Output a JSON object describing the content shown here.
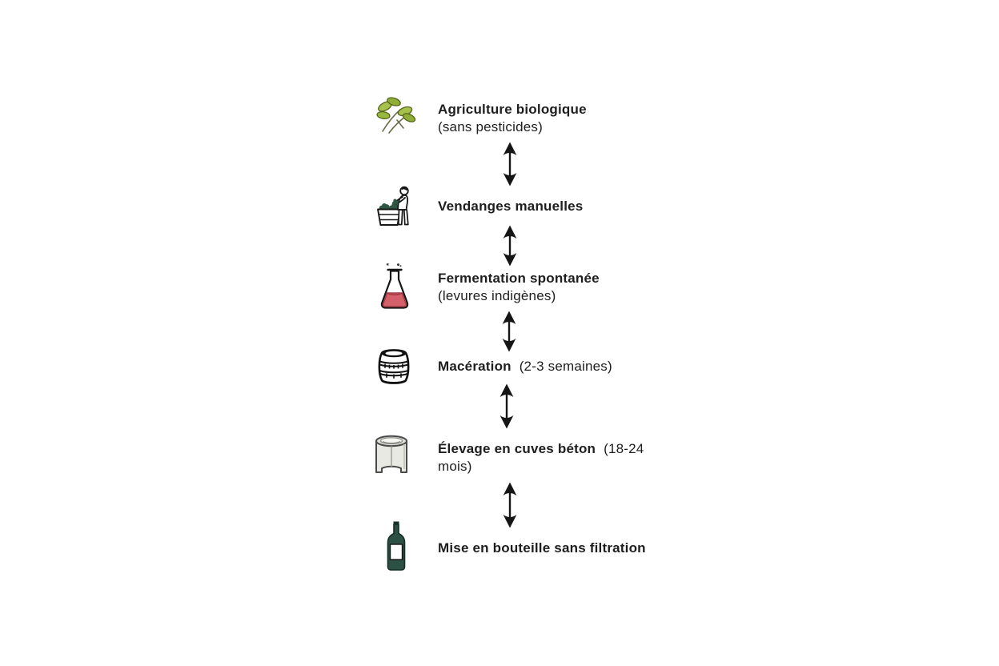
{
  "diagram": {
    "description": "vertical-process-flow",
    "steps": [
      {
        "icon": "seedling-icon",
        "title": "Agriculture biologique",
        "subtitle": "(sans pesticides)"
      },
      {
        "icon": "grape-harvest-icon",
        "title": "Vendanges manuelles",
        "subtitle": ""
      },
      {
        "icon": "fermentation-flask-icon",
        "title": "Fermentation spontanée",
        "subtitle": "(levures indigènes)"
      },
      {
        "icon": "barrel-icon",
        "title": "Macération",
        "subtitle": "(2-3 semaines)"
      },
      {
        "icon": "concrete-vat-icon",
        "title": "Élevage en cuves béton",
        "subtitle": "(18-24 mois)"
      },
      {
        "icon": "wine-bottle-icon",
        "title": "Mise en bouteille sans filtration",
        "subtitle": ""
      }
    ],
    "connector": "bidirectional-arrow",
    "colors": {
      "background": "#ffffff",
      "text": "#1e1e1e",
      "arrow": "#151515",
      "leaf_green_light": "#a6c24a",
      "leaf_green": "#8fae35",
      "leaf_outline": "#55651d",
      "twig_brown": "#6b6b4a",
      "wine_red": "#d4606a",
      "wine_red_dark": "#a63b47",
      "grape_green": "#2d5743",
      "bottle_green": "#2c5044",
      "bottle_green_dark": "#142e27",
      "vat_gray": "#e9e9e4",
      "vat_outline": "#4a4a4a",
      "outline_black": "#161616"
    }
  }
}
